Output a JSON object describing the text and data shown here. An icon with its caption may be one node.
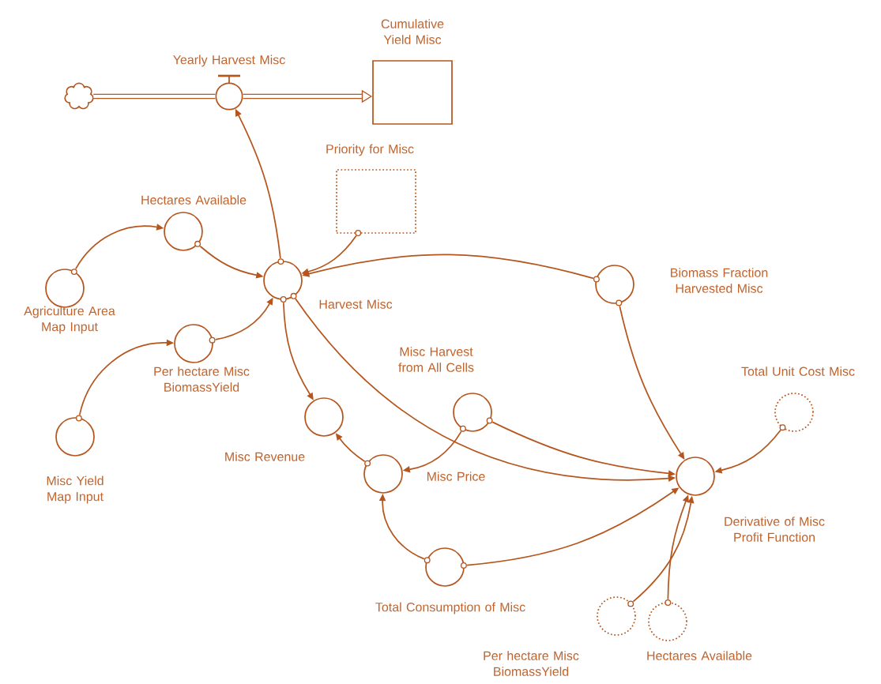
{
  "diagram": {
    "nodes": [
      {
        "text": [],
        "shape": "cloud"
      },
      {
        "text": [
          "Yearly Harvest Misc"
        ]
      },
      {
        "text": [
          "Cumulative Yield Misc"
        ]
      },
      {
        "text": [
          "Priority for Misc"
        ]
      },
      {
        "text": [
          "Hectares Available"
        ]
      },
      {
        "text": [
          "Agriculture Area Map Input"
        ]
      },
      {
        "text": [
          "Harvest Misc"
        ]
      },
      {
        "text": [
          "Per hectare Misc BiomassYield"
        ]
      },
      {
        "text": [
          "Misc Yield Map Input"
        ]
      },
      {
        "text": [
          "Misc Revenue"
        ]
      },
      {
        "text": [
          "Misc Harvest from All Cells"
        ]
      },
      {
        "text": [
          "Misc Price"
        ]
      },
      {
        "text": [
          "Total Consumption of Misc"
        ]
      },
      {
        "text": [
          "Biomass Fraction Harvested Misc"
        ]
      },
      {
        "text": [
          "Total Unit Cost Misc"
        ]
      },
      {
        "text": [
          "Derivative of Misc Profit Function"
        ]
      },
      {
        "text": [
          "Per hectare Misc BiomassYield"
        ]
      },
      {
        "text": [
          "Hectares Available"
        ]
      }
    ],
    "edges": [
      {
        "from": 0,
        "to": 1,
        "arrow": "none",
        "style": "thick"
      },
      {
        "from": 1,
        "to": 2,
        "arrow": "to",
        "style": "thick"
      },
      {
        "from": 6,
        "to": 1,
        "arrow": "to"
      },
      {
        "from": 3,
        "to": 6,
        "arrow": "to"
      },
      {
        "from": 5,
        "to": 4,
        "arrow": "to"
      },
      {
        "from": 4,
        "to": 6,
        "arrow": "to"
      },
      {
        "from": 7,
        "to": 6,
        "arrow": "to"
      },
      {
        "from": 8,
        "to": 7,
        "arrow": "to"
      },
      {
        "from": 13,
        "to": 6,
        "arrow": "to"
      },
      {
        "from": 6,
        "to": 15,
        "arrow": "to"
      },
      {
        "from": 6,
        "to": 9,
        "arrow": "to"
      },
      {
        "from": 13,
        "to": 15,
        "arrow": "to"
      },
      {
        "from": 10,
        "to": 11,
        "arrow": "to"
      },
      {
        "from": 10,
        "to": 15,
        "arrow": "to"
      },
      {
        "from": 11,
        "to": 9,
        "arrow": "to"
      },
      {
        "from": 12,
        "to": 11,
        "arrow": "to"
      },
      {
        "from": 12,
        "to": 15,
        "arrow": "to"
      },
      {
        "from": 14,
        "to": 15,
        "arrow": "to"
      },
      {
        "from": 16,
        "to": 15,
        "arrow": "to"
      },
      {
        "from": 17,
        "to": 15,
        "arrow": "to"
      }
    ]
  }
}
